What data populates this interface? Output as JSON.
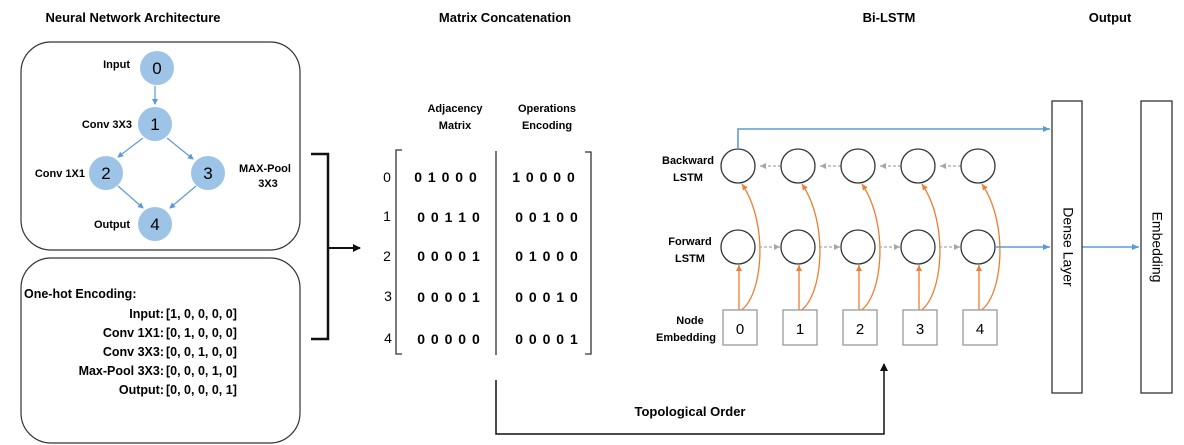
{
  "sections": {
    "architecture_title": "Neural Network Architecture",
    "matrix_title": "Matrix Concatenation",
    "bilstm_title": "Bi-LSTM",
    "output_title": "Output"
  },
  "graph": {
    "nodes": [
      {
        "id": "0",
        "label": "Input"
      },
      {
        "id": "1",
        "label": "Conv 3X3"
      },
      {
        "id": "2",
        "label": "Conv 1X1"
      },
      {
        "id": "3",
        "label_line1": "MAX-Pool",
        "label_line2": "3X3"
      },
      {
        "id": "4",
        "label": "Output"
      }
    ],
    "edges": [
      [
        "0",
        "1"
      ],
      [
        "1",
        "2"
      ],
      [
        "1",
        "3"
      ],
      [
        "2",
        "4"
      ],
      [
        "3",
        "4"
      ]
    ],
    "node_color": "#9dc3e6"
  },
  "one_hot": {
    "heading": "One-hot Encoding:",
    "rows": [
      {
        "op": "Input:",
        "vec": "[1, 0, 0, 0, 0]"
      },
      {
        "op": "Conv 1X1:",
        "vec": "[0, 1, 0, 0, 0]"
      },
      {
        "op": "Conv 3X3:",
        "vec": "[0, 0, 1, 0, 0]"
      },
      {
        "op": "Max-Pool 3X3:",
        "vec": "[0, 0, 0, 1, 0]"
      },
      {
        "op": "Output:",
        "vec": "[0, 0, 0, 0, 1]"
      }
    ]
  },
  "matrix": {
    "adj_header_1": "Adjacency",
    "adj_header_2": "Matrix",
    "ops_header_1": "Operations",
    "ops_header_2": "Encoding",
    "row_indices": [
      "0",
      "1",
      "2",
      "3",
      "4"
    ],
    "adjacency": [
      "0 1 0 0 0",
      "0 0 1 1 0",
      "0 0 0 0 1",
      "0 0 0 0 1",
      "0 0 0 0 0"
    ],
    "operations": [
      "1 0 0 0 0",
      "0 0 1 0 0",
      "0 1 0 0 0",
      "0 0 0 1 0",
      "0 0 0 0 1"
    ]
  },
  "bilstm": {
    "backward_label_1": "Backward",
    "backward_label_2": "LSTM",
    "forward_label_1": "Forward",
    "forward_label_2": "LSTM",
    "embedding_label_1": "Node",
    "embedding_label_2": "Embedding",
    "embedding_nodes": [
      "0",
      "1",
      "2",
      "3",
      "4"
    ],
    "input_arrow_color": "#ed7d31",
    "output_arrow_color": "#5b9bd5",
    "recurrent_arrow_color": "#a6a6a6"
  },
  "output": {
    "dense_layer": "Dense Layer",
    "embedding": "Embedding"
  },
  "topological_order": "Topological Order"
}
